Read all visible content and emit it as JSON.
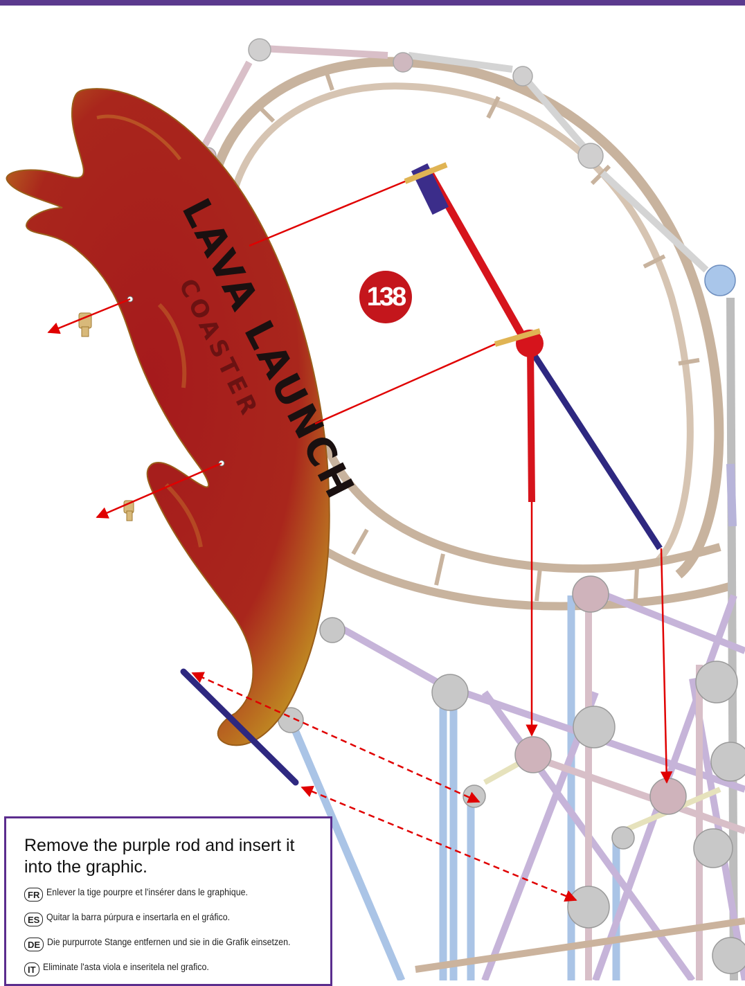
{
  "step_number": "138",
  "sign": {
    "line1": "LAVA LAUNCH",
    "line2": "COASTER"
  },
  "instructions": {
    "main": "Remove the purple rod and insert it into the graphic.",
    "translations": [
      {
        "lang": "FR",
        "text": "Enlever la tige pourpre et l'insérer dans le graphique."
      },
      {
        "lang": "ES",
        "text": "Quitar la barra púrpura e insertarla en el gráfico."
      },
      {
        "lang": "DE",
        "text": "Die purpurrote Stange entfernen und sie in die Grafik einsetzen."
      },
      {
        "lang": "IT",
        "text": "Eliminate l'asta viola e inseritela nel grafico."
      }
    ]
  },
  "colors": {
    "header_bar": "#5b3a8e",
    "step_badge": "#c4161c",
    "instruction_border": "#5b2d8e",
    "sign_red": "#a3191b",
    "sign_edge": "#b07a1a",
    "arrow_red": "#e00000",
    "rod_purple": "#2e2880",
    "rod_red": "#d6141c",
    "track_tan": "#c8b39e"
  }
}
